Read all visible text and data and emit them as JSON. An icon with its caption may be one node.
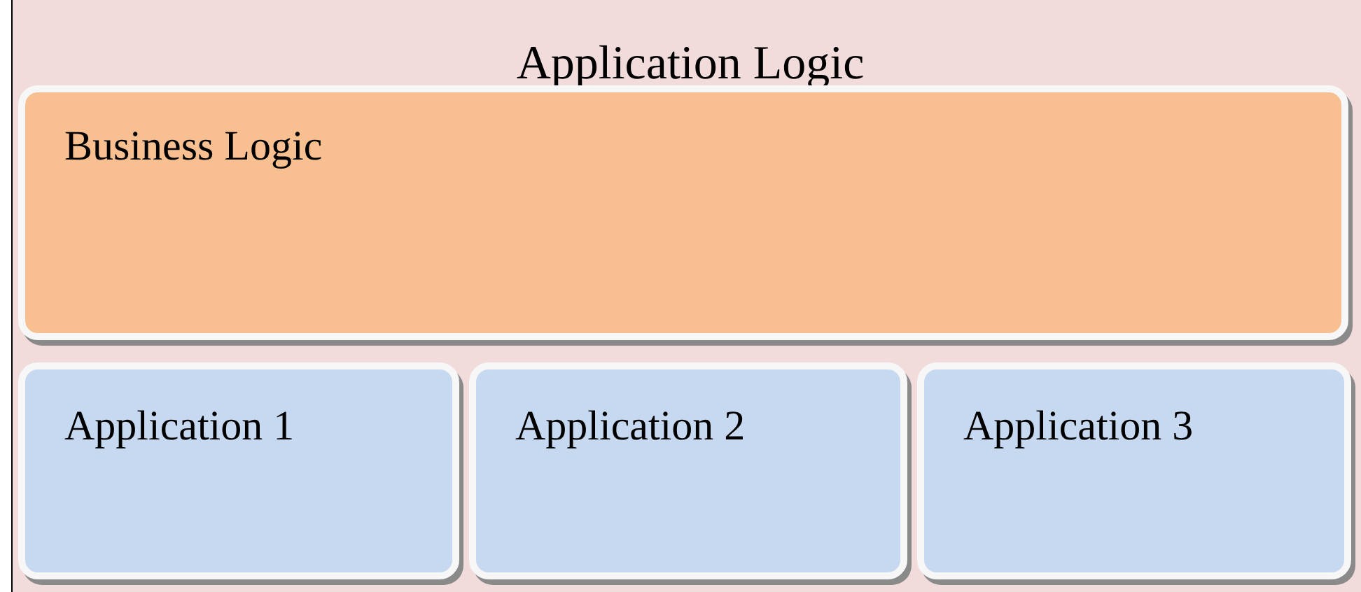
{
  "diagram": {
    "nodes": [
      {
        "text": [
          "Application Logic"
        ]
      },
      {
        "text": [
          "Business Logic"
        ],
        "in": 0
      },
      {
        "text": [
          "Application 1"
        ],
        "in": 0
      },
      {
        "text": [
          "Application 2"
        ],
        "in": 0
      },
      {
        "text": [
          "Application 3"
        ],
        "in": 0
      }
    ],
    "edges": []
  }
}
